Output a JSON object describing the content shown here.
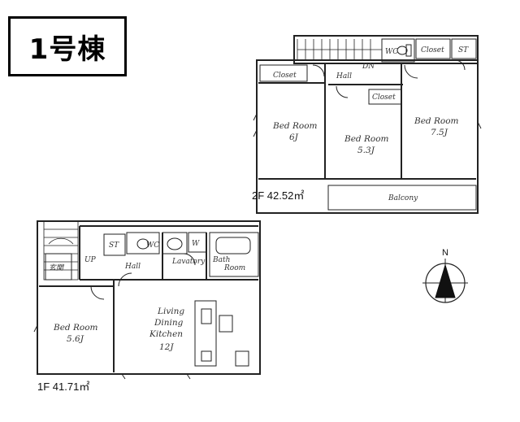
{
  "title": "1号棟",
  "floor2": {
    "area_label": "2F 42.52㎡",
    "rooms": {
      "closet_left": "Closet",
      "hall": "Hall",
      "wc": "WC",
      "closet_right": "Closet",
      "st": "ST",
      "closet_mid": "Closet",
      "dn": "DN",
      "bed1_name": "Bed Room",
      "bed1_size": "6J",
      "bed2_name": "Bed Room",
      "bed2_size": "5.3J",
      "bed3_name": "Bed Room",
      "bed3_size": "7.5J",
      "balcony": "Balcony"
    }
  },
  "floor1": {
    "area_label": "1F 41.71㎡",
    "rooms": {
      "st": "ST",
      "wc": "WC",
      "up": "UP",
      "hall": "Hall",
      "entrance": "玄関",
      "lavatory": "Lavatory",
      "w": "W",
      "bath": "Bath",
      "bath2": "Room",
      "bed_name": "Bed Room",
      "bed_size": "5.6J",
      "ldk1": "Living",
      "ldk2": "Dining",
      "ldk3": "Kitchen",
      "ldk_size": "12J"
    }
  },
  "compass": {
    "label": "N"
  }
}
